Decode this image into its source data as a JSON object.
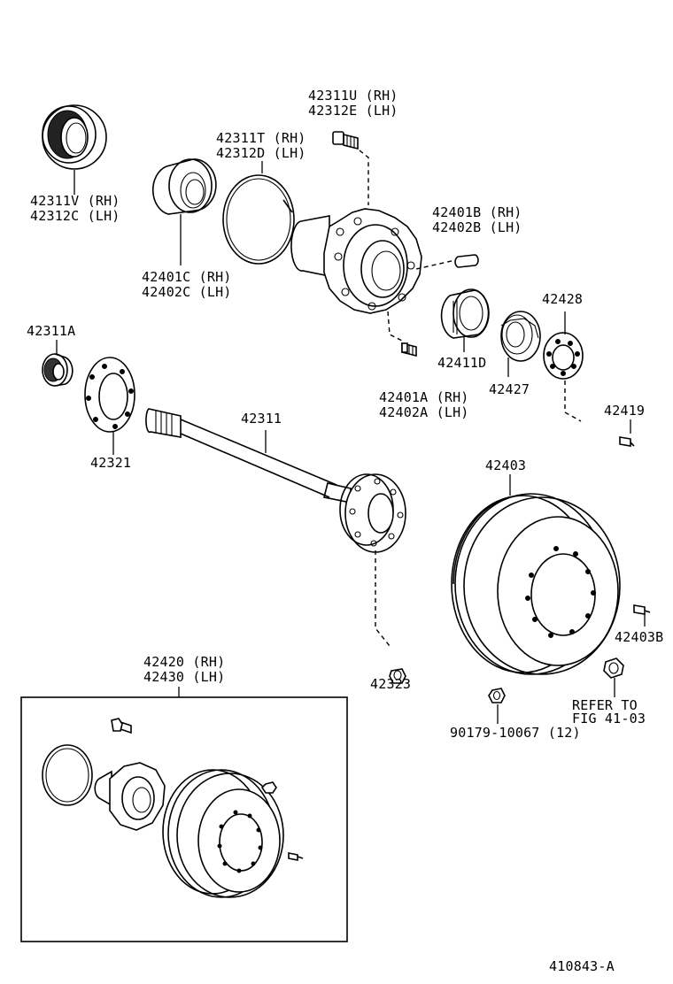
{
  "labels": {
    "p42311U": "42311U (RH)",
    "p42312E": "42312E (LH)",
    "p42311T": "42311T (RH)",
    "p42312D": "42312D (LH)",
    "p42311V": "42311V (RH)",
    "p42312C": "42312C (LH)",
    "p42401B": "42401B (RH)",
    "p42402B": "42402B (LH)",
    "p42401C": "42401C (RH)",
    "p42402C": "42402C (LH)",
    "p42428": "42428",
    "p42311A": "42311A",
    "p42411D": "42411D",
    "p42427": "42427",
    "p42401A": "42401A (RH)",
    "p42402A": "42402A (LH)",
    "p42311": "42311",
    "p42419": "42419",
    "p42321": "42321",
    "p42403": "42403",
    "p42403B": "42403B",
    "p42420": "42420 (RH)",
    "p42430": "42430 (LH)",
    "p42323": "42323",
    "refer1": "REFER TO",
    "refer2": "FIG 41-03",
    "p90179": "90179-10067 (12)",
    "figno": "410843-A"
  }
}
